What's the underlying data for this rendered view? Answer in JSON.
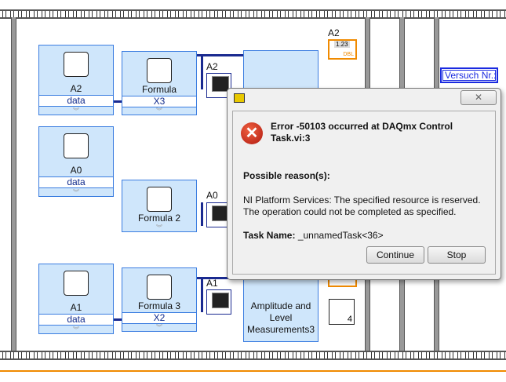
{
  "diagram": {
    "daq_blocks": [
      {
        "name": "A2",
        "output": "data"
      },
      {
        "name": "A0",
        "output": "data"
      },
      {
        "name": "A1",
        "output": "data"
      }
    ],
    "formula_blocks": [
      {
        "name": "Formula",
        "output": "X3"
      },
      {
        "name": "Formula 2"
      },
      {
        "name": "Formula 3",
        "output": "X2"
      }
    ],
    "graph_labels": [
      "A2",
      "A0",
      "A1"
    ],
    "amplitude_block": {
      "line1": "Amplitude and",
      "line2": "Level",
      "line3": "Measurements3"
    },
    "dbl_indicator": {
      "label": "A2",
      "type": "DBL",
      "value": "1.23"
    },
    "versuch_label": "Versuch Nr.:",
    "wait_icon_value": "4"
  },
  "dialog": {
    "close_glyph": "✕",
    "error_title_line1": "Error -50103 occurred at DAQmx Control",
    "error_title_line2": "Task.vi:3",
    "possible_reasons": "Possible reason(s):",
    "message_line1": "NI Platform Services:  The specified resource is reserved.",
    "message_line2": "The operation could not be completed as specified.",
    "task_name_label": "Task Name:",
    "task_name_value": "_unnamedTask<36>",
    "continue_label": "Continue",
    "stop_label": "Stop"
  }
}
